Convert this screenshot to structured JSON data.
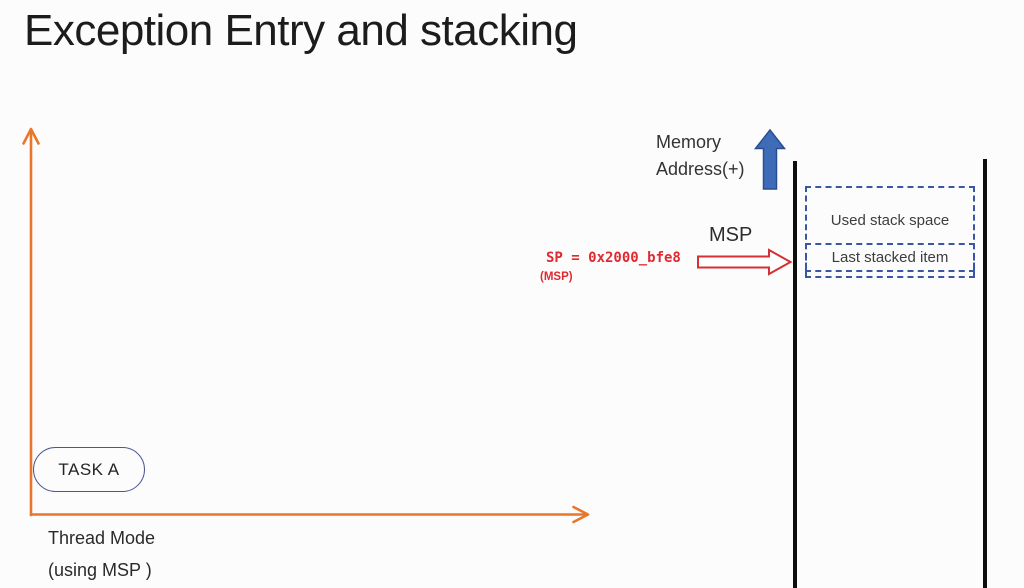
{
  "slide": {
    "title": "Exception Entry and stacking"
  },
  "axis": {
    "task_label": "TASK A",
    "mode_label_line1": "Thread Mode",
    "mode_label_line2": "(using MSP )"
  },
  "memory": {
    "label_line1": "Memory",
    "label_line2": "Address(+)"
  },
  "stack": {
    "msp_arrow_label": "MSP",
    "sp_value": "SP = 0x2000_bfe8",
    "sp_note": "(MSP)",
    "boxes": [
      {
        "label": "Used stack space"
      },
      {
        "label": "Last stacked item"
      }
    ]
  },
  "colors": {
    "axis_orange": "#e8772c",
    "memory_arrow_blue_fill": "#3e6cb9",
    "memory_arrow_blue_stroke": "#2a4d8f",
    "sp_red": "#df2a30",
    "msp_arrow_red": "#d43136",
    "dashed_box_blue": "#3a57a6",
    "stack_wall_black": "#0e0e0e",
    "title_black": "#1c1c1c"
  }
}
